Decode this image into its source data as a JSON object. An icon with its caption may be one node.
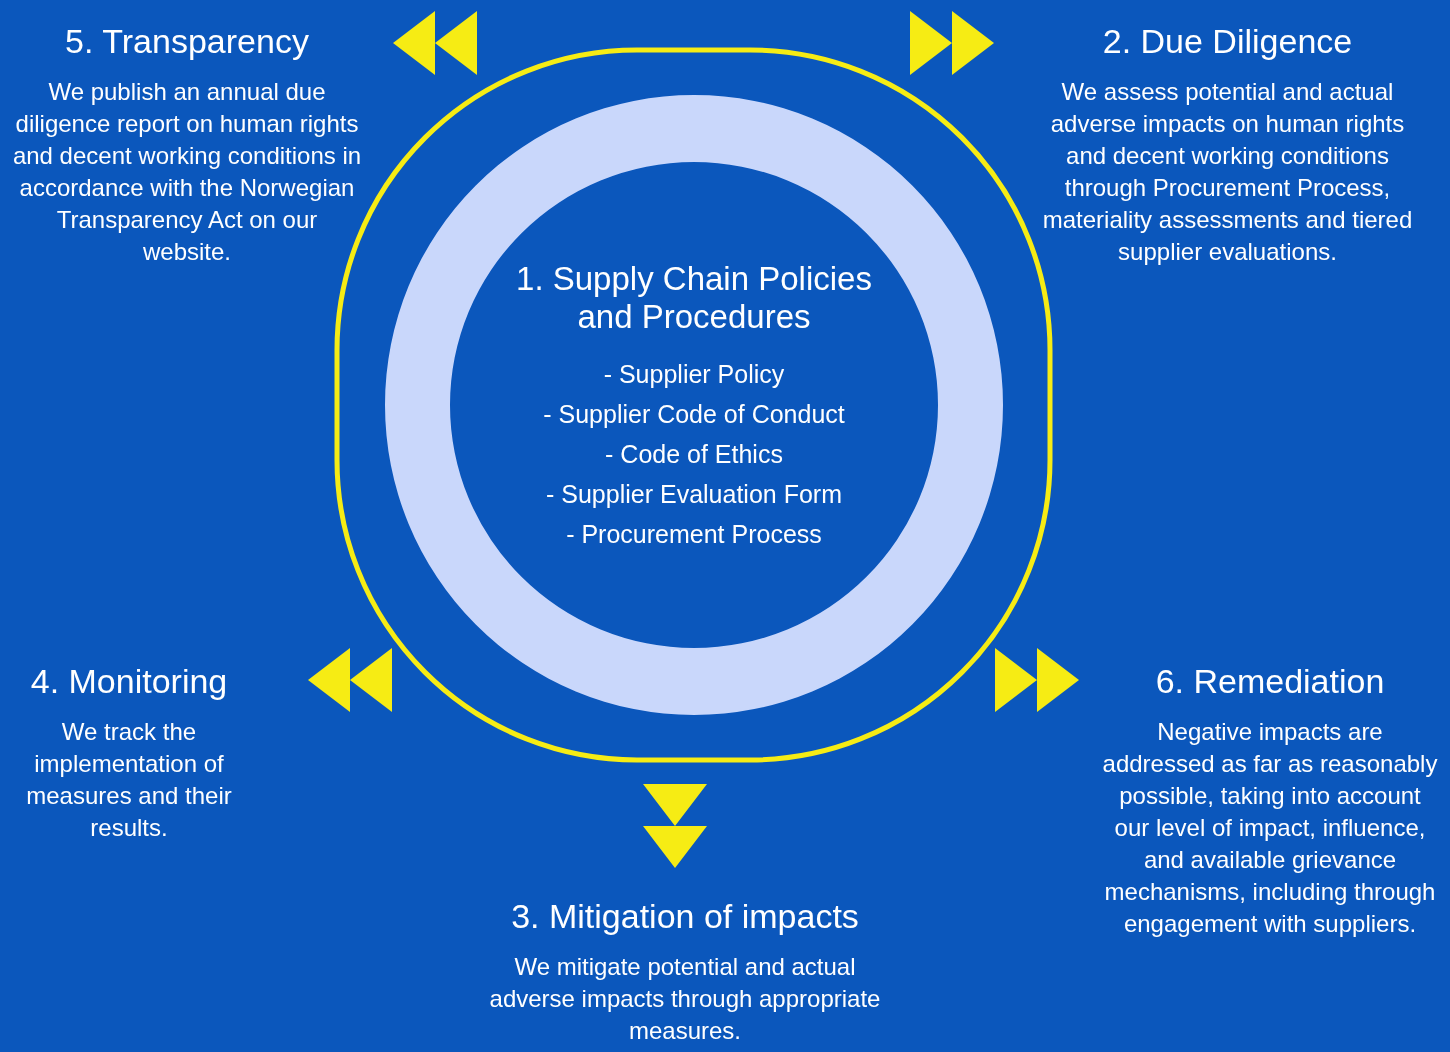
{
  "diagram": {
    "nodes": [
      {
        "text": [
          "5. Transparency",
          "We publish an annual due diligence report on human rights and decent working conditions in accordance with the Norwegian Transparency Act on our website."
        ]
      },
      {
        "text": [
          "2. Due Diligence",
          "We assess potential and actual adverse impacts on human rights and decent working conditions through Procurement Process, materiality assessments and tiered supplier evaluations."
        ]
      },
      {
        "text": [
          "1. Supply Chain Policies and Procedures",
          "- Supplier Policy",
          "- Supplier Code of Conduct",
          "- Code of Ethics",
          "- Supplier Evaluation Form",
          "- Procurement Process"
        ]
      },
      {
        "text": [
          "4. Monitoring",
          "We track the implementation of measures and their results."
        ]
      },
      {
        "text": [
          "6. Remediation",
          "Negative impacts are addressed as far as reasonably possible, taking into account our level of impact, influence, and available grievance mechanisms, including through engagement with suppliers."
        ]
      },
      {
        "text": [
          "3. Mitigation of impacts",
          "We mitigate potential and actual adverse impacts through appropriate measures."
        ]
      }
    ],
    "edges": [
      {
        "from": 2,
        "to": 0,
        "arrow": "to"
      },
      {
        "from": 2,
        "to": 1,
        "arrow": "to"
      },
      {
        "from": 2,
        "to": 3,
        "arrow": "to"
      },
      {
        "from": 2,
        "to": 4,
        "arrow": "to"
      },
      {
        "from": 2,
        "to": 5,
        "arrow": "to"
      }
    ]
  }
}
